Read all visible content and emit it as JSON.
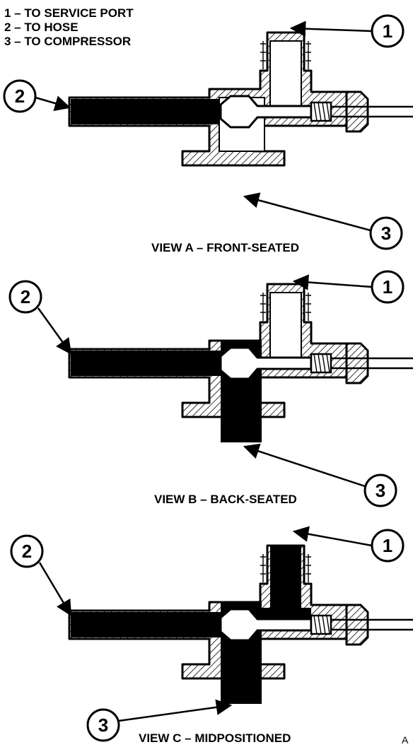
{
  "legend": [
    "1 – TO SERVICE PORT",
    "2 – TO HOSE",
    "3 – TO COMPRESSOR"
  ],
  "callouts": {
    "service_port": "1",
    "hose": "2",
    "compressor": "3"
  },
  "views": [
    {
      "caption": "VIEW A – FRONT-SEATED"
    },
    {
      "caption": "VIEW B – BACK-SEATED"
    },
    {
      "caption": "VIEW C – MIDPOSITIONED"
    }
  ],
  "figure_mark": "A"
}
